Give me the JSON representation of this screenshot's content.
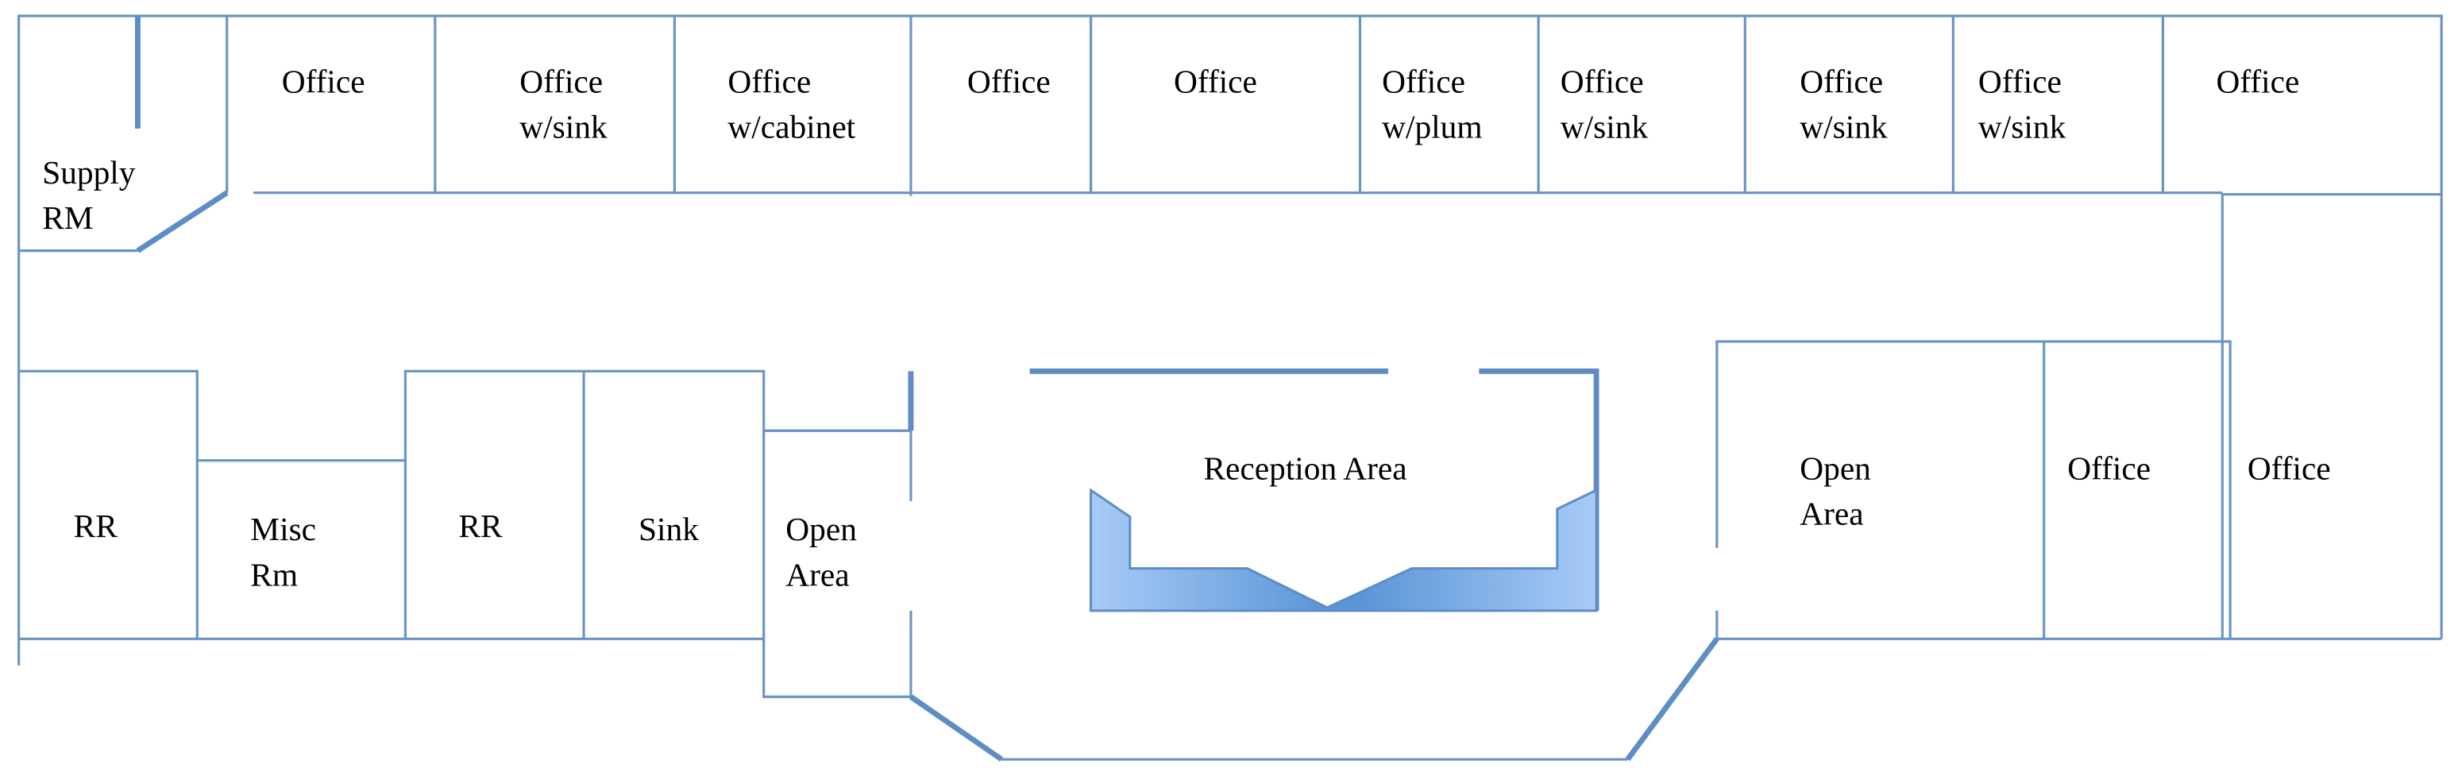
{
  "colors": {
    "wall": "#6a93c4",
    "desk_light": "#a8cbf7",
    "desk_dark": "#5a95d6"
  },
  "rooms": {
    "supply": [
      "Supply",
      "RM"
    ],
    "top": [
      [
        "Office"
      ],
      [
        "Office",
        "w/sink"
      ],
      [
        "Office",
        "w/cabinet"
      ],
      [
        "Office"
      ],
      [
        "Office"
      ],
      [
        "Office",
        "w/plum"
      ],
      [
        "Office",
        "w/sink"
      ],
      [
        "Office",
        "w/sink"
      ],
      [
        "Office",
        "w/sink"
      ],
      [
        "Office"
      ]
    ],
    "bottom_left": [
      [
        "RR"
      ],
      [
        "Misc",
        "Rm"
      ],
      [
        "RR"
      ],
      [
        "Sink"
      ],
      [
        "Open",
        "Area"
      ]
    ],
    "reception": "Reception Area",
    "right": [
      [
        "Open",
        "Area"
      ],
      [
        "Office"
      ],
      [
        "Office"
      ]
    ]
  }
}
